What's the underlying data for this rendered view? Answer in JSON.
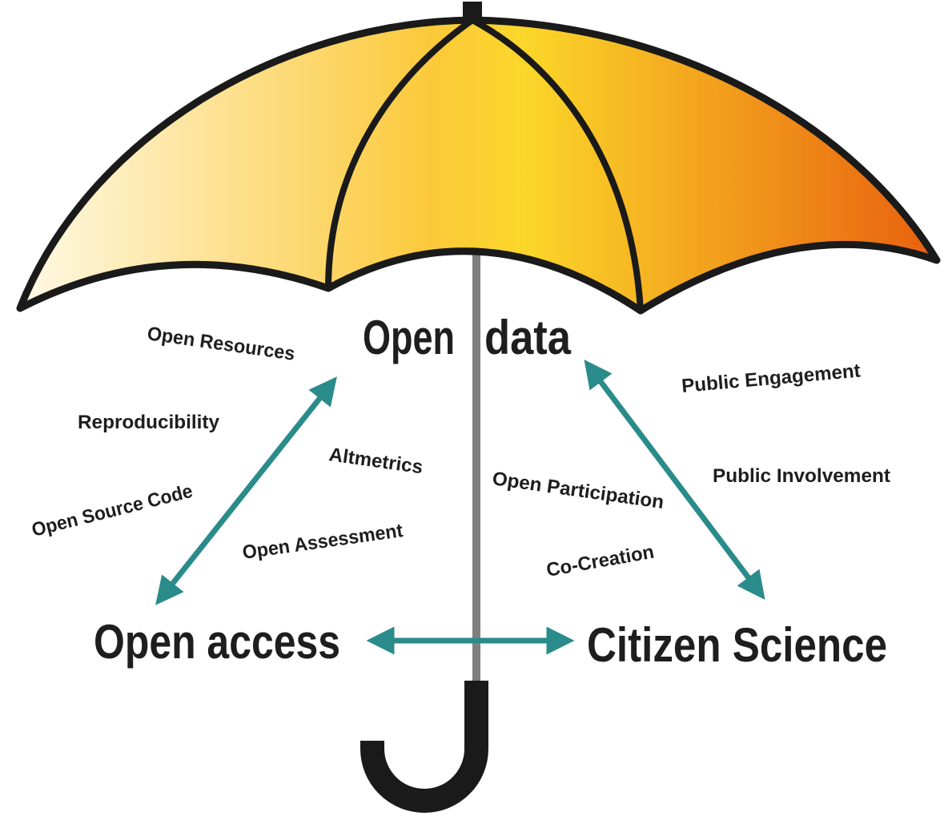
{
  "colors": {
    "canopy_light": "#fff9e6",
    "canopy_yellow": "#fbc93a",
    "canopy_orange": "#e8600e",
    "outline": "#1a1a1a",
    "shaft": "#7f7f7f",
    "arrow": "#2a8c8a",
    "text": "#1e1e1e"
  },
  "icons": {
    "umbrella": "umbrella-icon",
    "arrows": "double-arrow-icon"
  },
  "main_labels": {
    "open_data_left": "Open",
    "open_data_right": "data",
    "open_access": "Open access",
    "citizen_science": "Citizen Science"
  },
  "side_labels": {
    "open_resources": "Open Resources",
    "reproducibility": "Reproducibility",
    "open_source_code": "Open Source Code",
    "altmetrics": "Altmetrics",
    "open_assessment": "Open Assessment",
    "open_participation": "Open Participation",
    "co_creation": "Co-Creation",
    "public_engagement": "Public Engagement",
    "public_involvement": "Public Involvement"
  }
}
